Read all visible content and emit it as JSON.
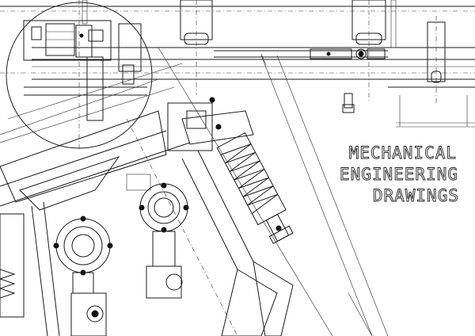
{
  "title": {
    "line1": "MECHANICAL",
    "line2": "ENGINEERING",
    "line3": "DRAWINGS"
  },
  "colors": {
    "background": "#ffffff",
    "ink": "#1a1a1a"
  }
}
